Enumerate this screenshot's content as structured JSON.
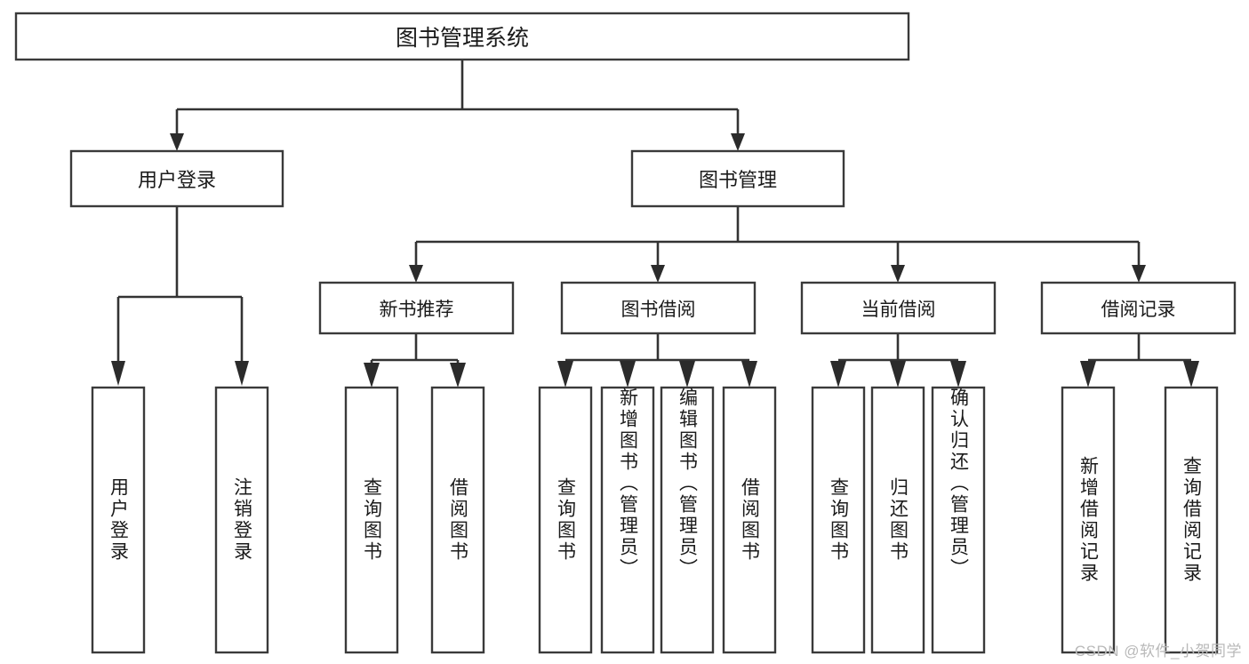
{
  "diagram": {
    "kind": "hierarchy-tree",
    "title_node": {
      "id": "root",
      "label": "图书管理系统"
    },
    "level2": [
      {
        "id": "user-login",
        "label": "用户登录"
      },
      {
        "id": "book-management",
        "label": "图书管理"
      }
    ],
    "level3": [
      {
        "id": "new-book-recommend",
        "label": "新书推荐",
        "parent": "book-management"
      },
      {
        "id": "book-borrow",
        "label": "图书借阅",
        "parent": "book-management"
      },
      {
        "id": "current-borrow",
        "label": "当前借阅",
        "parent": "book-management"
      },
      {
        "id": "borrow-record",
        "label": "借阅记录",
        "parent": "book-management"
      }
    ],
    "leaves": [
      {
        "id": "leaf-user-login",
        "label": "用户登录",
        "parent": "user-login"
      },
      {
        "id": "leaf-logout-login",
        "label": "注销登录",
        "parent": "user-login"
      },
      {
        "id": "leaf-query-book-1",
        "label": "查询图书",
        "parent": "new-book-recommend"
      },
      {
        "id": "leaf-borrow-book-1",
        "label": "借阅图书",
        "parent": "new-book-recommend"
      },
      {
        "id": "leaf-query-book-2",
        "label": "查询图书",
        "parent": "book-borrow"
      },
      {
        "id": "leaf-add-book",
        "label": "新增图书（管理员）",
        "parent": "book-borrow"
      },
      {
        "id": "leaf-edit-book",
        "label": "编辑图书（管理员）",
        "parent": "book-borrow"
      },
      {
        "id": "leaf-borrow-book-2",
        "label": "借阅图书",
        "parent": "book-borrow"
      },
      {
        "id": "leaf-query-book-3",
        "label": "查询图书",
        "parent": "current-borrow"
      },
      {
        "id": "leaf-return-book",
        "label": "归还图书",
        "parent": "current-borrow"
      },
      {
        "id": "leaf-confirm-return",
        "label": "确认归还（管理员）",
        "parent": "current-borrow"
      },
      {
        "id": "leaf-add-record",
        "label": "新增借阅记录",
        "parent": "borrow-record"
      },
      {
        "id": "leaf-query-record",
        "label": "查询借阅记录",
        "parent": "borrow-record"
      }
    ],
    "watermark": "CSDN @软件_小贺同学",
    "colors": {
      "background": "#ffffff",
      "box_stroke": "#3a3a3a",
      "box_fill": "#ffffff",
      "connector": "#333333",
      "text": "#1a1a1a",
      "watermark": "#b9b9b9"
    }
  }
}
